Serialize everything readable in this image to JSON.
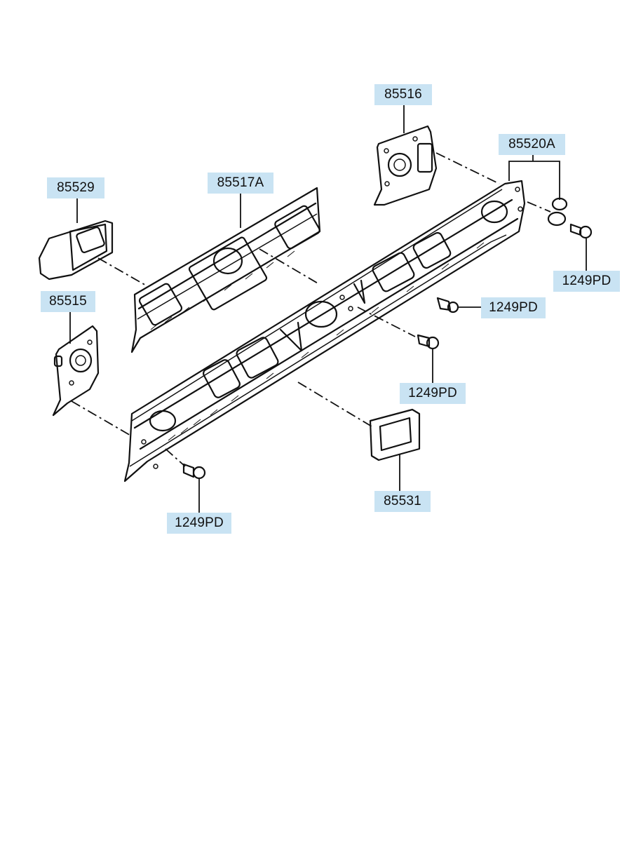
{
  "labels": {
    "p85516": "85516",
    "p85520A": "85520A",
    "p85529": "85529",
    "p85517A": "85517A",
    "p85515": "85515",
    "bolt_right": "1249PD",
    "bolt_mid_right": "1249PD",
    "bolt_center": "1249PD",
    "bolt_left": "1249PD",
    "p85531": "85531"
  }
}
